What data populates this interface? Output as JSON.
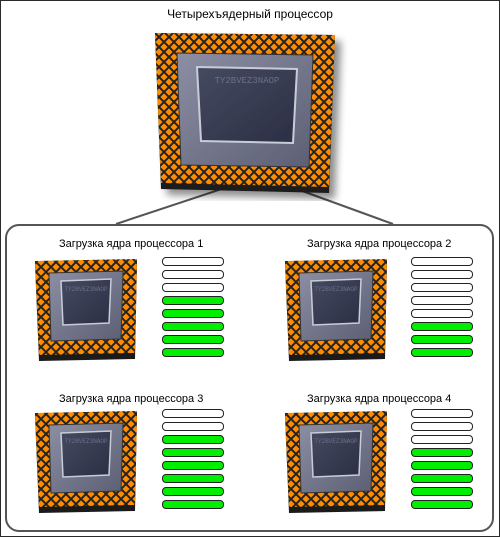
{
  "main": {
    "title": "Четырехъядерный процессор",
    "chip_label": "TY2BVEZ3NAOP"
  },
  "cores": [
    {
      "title": "Загрузка ядра процессора 1",
      "bars": [
        false,
        false,
        false,
        true,
        true,
        true,
        true,
        true
      ]
    },
    {
      "title": "Загрузка ядра процессора 2",
      "bars": [
        false,
        false,
        false,
        false,
        false,
        true,
        true,
        true
      ]
    },
    {
      "title": "Загрузка ядра процессора 3",
      "bars": [
        false,
        false,
        true,
        true,
        true,
        true,
        true,
        true
      ]
    },
    {
      "title": "Загрузка ядра процессора 4",
      "bars": [
        false,
        false,
        false,
        true,
        true,
        true,
        true,
        true
      ]
    }
  ],
  "colors": {
    "load_on": "#00ee00",
    "load_off": "#ffffff",
    "frame": "#ff8c00"
  }
}
